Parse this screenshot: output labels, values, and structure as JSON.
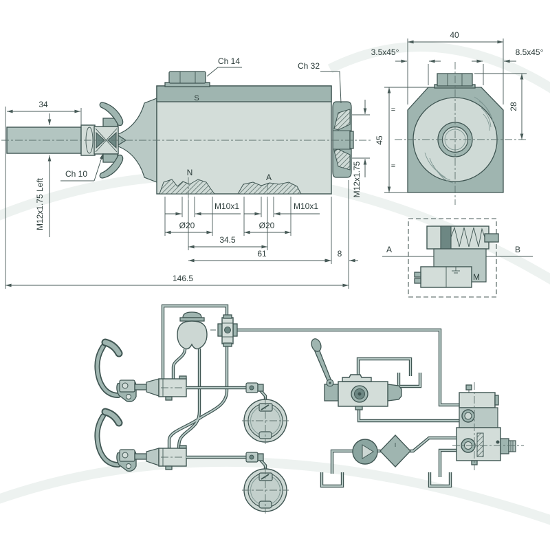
{
  "title": "Trailer brake valve technical drawing with hydraulic circuit",
  "colors": {
    "background": "#ffffff",
    "fill_light": "#d3ddd9",
    "fill_medium": "#9fb5b0",
    "fill_dark": "#6d8783",
    "line": "#3f5552",
    "dimension": "#475a57",
    "text": "#2c3c3a",
    "pipe_core": "#b7c9c5"
  },
  "side_view": {
    "labels": {
      "ch14": "Ch 14",
      "ch32": "Ch 32",
      "ch10": "Ch 10",
      "port_s": "S",
      "port_n": "N",
      "port_a": "A"
    },
    "dims": {
      "rod_thread_len": "34",
      "rod_thread": "M12x1.75 Left",
      "outlet_thread": "M12x1.75",
      "port_thread_n": "M10x1",
      "port_thread_a": "M10x1",
      "port_dia_n": "Ø20",
      "port_dia_a": "Ø20",
      "port_spacing": "34.5",
      "body_len": "61",
      "nut_len": "8",
      "total_len": "146.5"
    }
  },
  "end_view": {
    "dims": {
      "width": "40",
      "chamfer_left": "3.5x45°",
      "chamfer_right": "8.5x45°",
      "center_height": "28",
      "height": "45",
      "eq": "="
    }
  },
  "schematic": {
    "port_a": "A",
    "port_b": "B",
    "motor": "M"
  }
}
